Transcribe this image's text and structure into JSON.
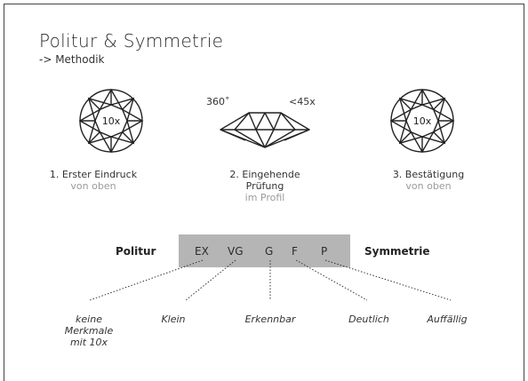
{
  "header": {
    "title": "Politur & Symmetrie",
    "subtitle": "-> Methodik"
  },
  "steps": [
    {
      "main": "1. Erster Eindruck",
      "main2": "",
      "sub": "von oben",
      "magnification": "10x"
    },
    {
      "main": "2. Eingehende",
      "main2": "Prüfung",
      "sub": "im Profil",
      "angle": "360˚",
      "magnification": "<45x"
    },
    {
      "main": "3. Bestätigung",
      "main2": "",
      "sub": "von oben",
      "magnification": "10x"
    }
  ],
  "scale": {
    "left_label": "Politur",
    "right_label": "Symmetrie",
    "grades": [
      "EX",
      "VG",
      "G",
      "F",
      "P"
    ],
    "bar_color": "#b5b5b5"
  },
  "meanings": [
    {
      "line1": "keine",
      "line2": "Merkmale",
      "line3": "mit 10x"
    },
    {
      "line1": "Klein"
    },
    {
      "line1": "Erkennbar"
    },
    {
      "line1": "Deutlich"
    },
    {
      "line1": "Auffällig"
    }
  ],
  "icons": [
    "diamond-top-icon",
    "diamond-profile-icon",
    "diamond-top-icon"
  ]
}
